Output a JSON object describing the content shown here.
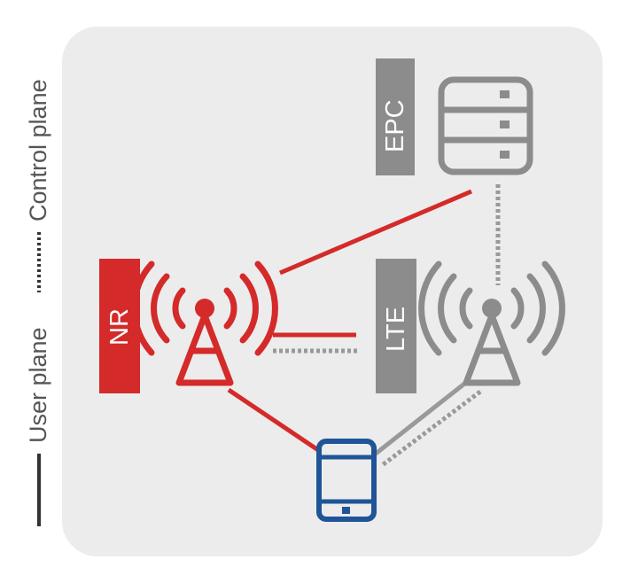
{
  "legend": {
    "user_plane_label": "User plane",
    "control_plane_label": "Control plane"
  },
  "nodes": {
    "nr_label": "NR",
    "lte_label": "LTE",
    "epc_label": "EPC"
  },
  "icons": {
    "nr_tower": "radio-tower-icon",
    "lte_tower": "radio-tower-icon",
    "epc": "server-icon",
    "ue": "smartphone-icon"
  },
  "colors": {
    "nr": "#d42a2a",
    "lte": "#8c8c8c",
    "epc": "#8c8c8c",
    "ue": "#1f5597",
    "legend": "#333333",
    "panel": "#ececec"
  }
}
